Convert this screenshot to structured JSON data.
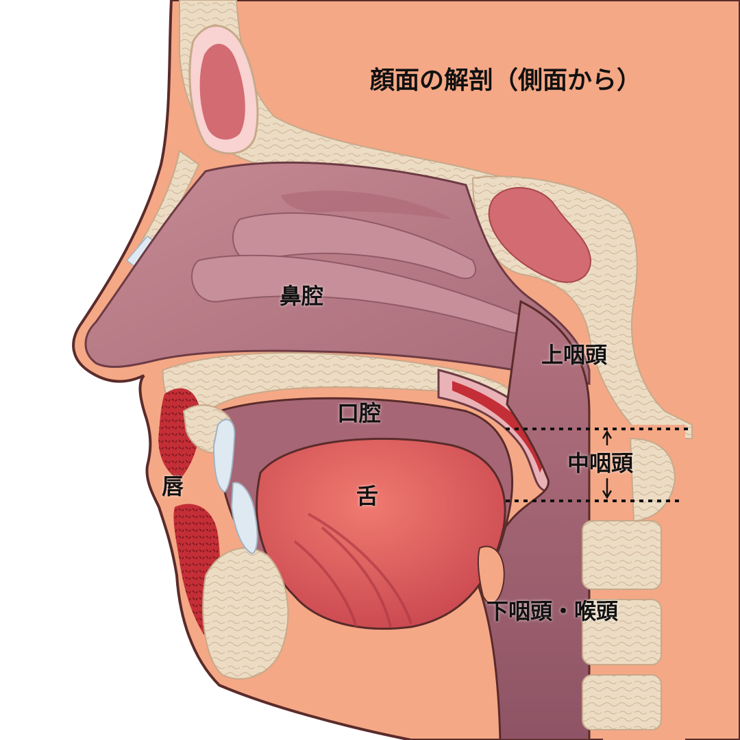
{
  "title": "顔面の解剖（側面から）",
  "labels": {
    "nasal_cavity": "鼻腔",
    "epipharynx": "上咽頭",
    "oral_cavity": "口腔",
    "oropharynx": "中咽頭",
    "lips": "唇",
    "tongue": "舌",
    "hypopharynx_larynx": "下咽頭・喉頭"
  },
  "colors": {
    "skin": "#f5a886",
    "bone": "#ecdcc4",
    "bone_line": "#c7a98a",
    "nasal_cavity": "#b87a86",
    "pharynx": "#9a5d6e",
    "tongue": "#e2615f",
    "teeth": "#dfe9f1",
    "lip_muscle": "#c42e36",
    "sinus": "#d26b72",
    "outline": "#5a2b2a"
  }
}
